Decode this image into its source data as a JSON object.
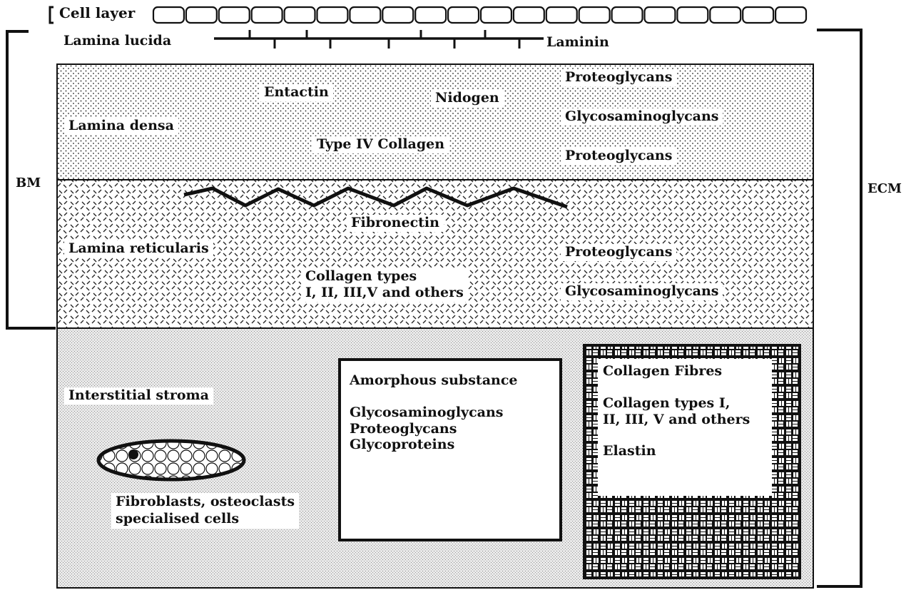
{
  "labels": {
    "cell_layer": "Cell layer",
    "lamina_lucida": "Lamina lucida",
    "laminin": "Laminin",
    "bm": "BM",
    "ecm": "ECM",
    "lamina_densa": "Lamina densa",
    "entactin": "Entactin",
    "nidogen": "Nidogen",
    "type_iv_collagen": "Type IV Collagen",
    "proteoglycans_1": "Proteoglycans",
    "glycosaminoglycans_1": "Glycosaminoglycans",
    "proteoglycans_2": "Proteoglycans",
    "lamina_reticularis": "Lamina reticularis",
    "fibronectin": "Fibronectin",
    "collagen_types_line1": "Collagen types",
    "collagen_types_line2": "I, II, III,V and others",
    "proteoglycans_3": "Proteoglycans",
    "glycosaminoglycans_2": "Glycosaminoglycans",
    "interstitial_stroma": "Interstitial stroma",
    "fibroblasts_line1": "Fibroblasts, osteoclasts",
    "fibroblasts_line2": "specialised cells"
  },
  "amorphous_box": {
    "title": "Amorphous substance",
    "items": [
      "Glycosaminoglycans",
      "Proteoglycans",
      "Glycoproteins"
    ]
  },
  "collagen_box": {
    "title": "Collagen Fibres",
    "line1": "Collagen types I,",
    "line2": "II, III, V and others",
    "elastin": "Elastin"
  }
}
